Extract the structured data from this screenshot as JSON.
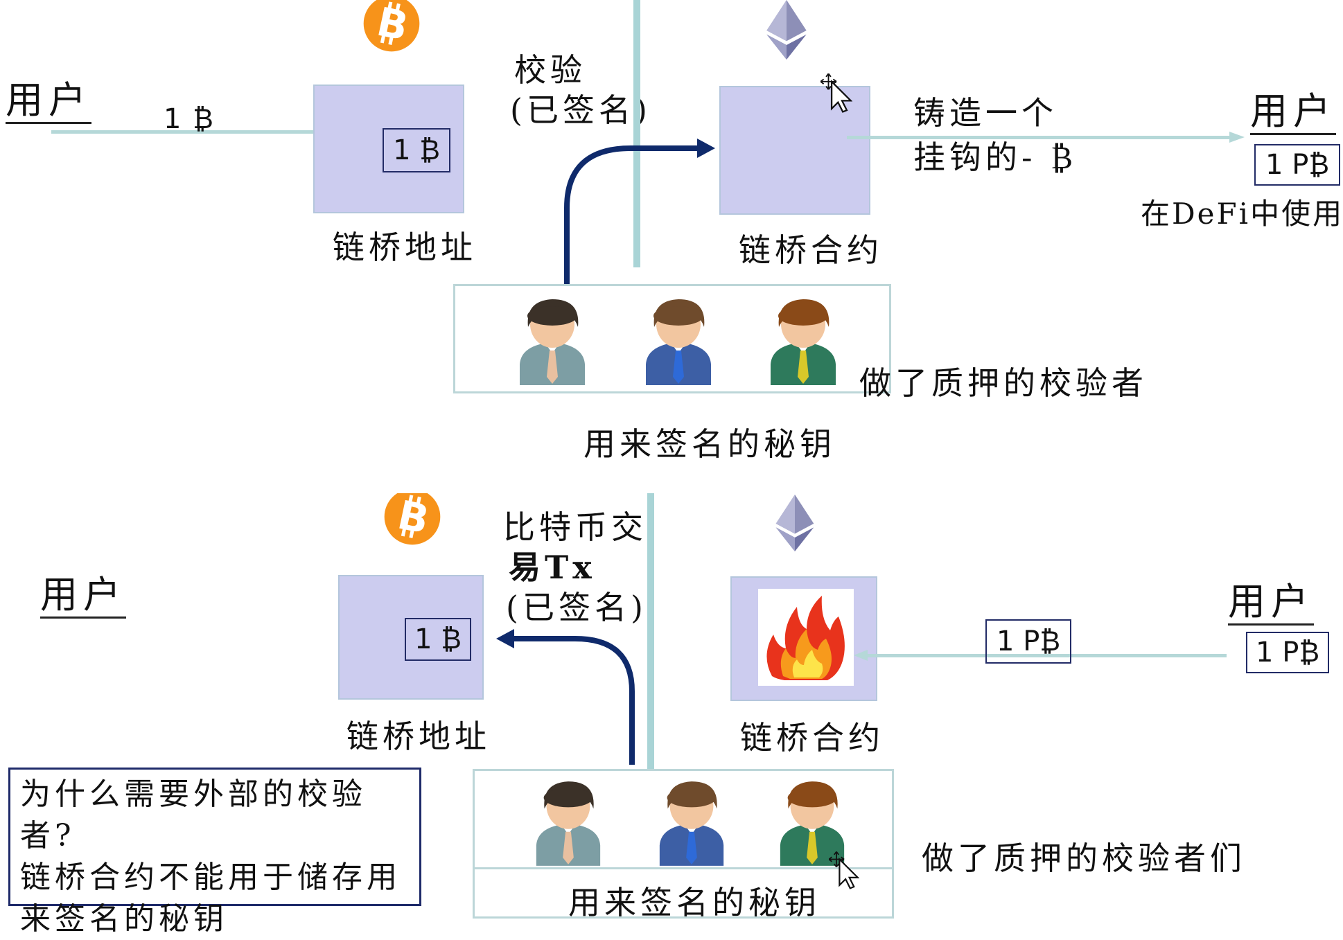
{
  "top": {
    "user_left": "用户",
    "send_amount": "1 ₿",
    "bridge_address_token": "1 ₿",
    "bridge_address_label": "链桥地址",
    "verify_label_line1": "校验",
    "verify_label_line2": "(已签名)",
    "bridge_contract_label": "链桥合约",
    "mint_line1": "铸造一个",
    "mint_line2": "挂钩的- ₿",
    "user_right": "用户",
    "user_right_token": "1 P₿",
    "defi_label": "在DeFi中使用",
    "validators_label": "做了质押的校验者",
    "signing_key_label": "用来签名的秘钥"
  },
  "bottom": {
    "user_left": "用户",
    "bridge_address_token": "1 ₿",
    "bridge_address_label": "链桥地址",
    "tx_line1": "比特币交",
    "tx_line2": "易Tx",
    "tx_line3": "(已签名)",
    "bridge_contract_label": "链桥合约",
    "burn_token": "1 P₿",
    "user_right": "用户",
    "user_right_token": "1 P₿",
    "validators_label": "做了质押的校验者们",
    "signing_key_label": "用来签名的秘钥",
    "question_line1": "为什么需要外部的校验者?",
    "question_line2": "链桥合约不能用于储存用",
    "question_line3": "来签名的秘钥"
  },
  "icons": {
    "bitcoin": "bitcoin-logo",
    "ethereum": "ethereum-logo",
    "fire": "fire-icon",
    "validator": "person-icon",
    "cursor": "cursor-icon"
  },
  "colors": {
    "box_fill": "#ccccef",
    "bitcoin_orange": "#f7931a",
    "arrow_navy": "#0f2a6b",
    "line_teal": "#a9d4d6"
  }
}
